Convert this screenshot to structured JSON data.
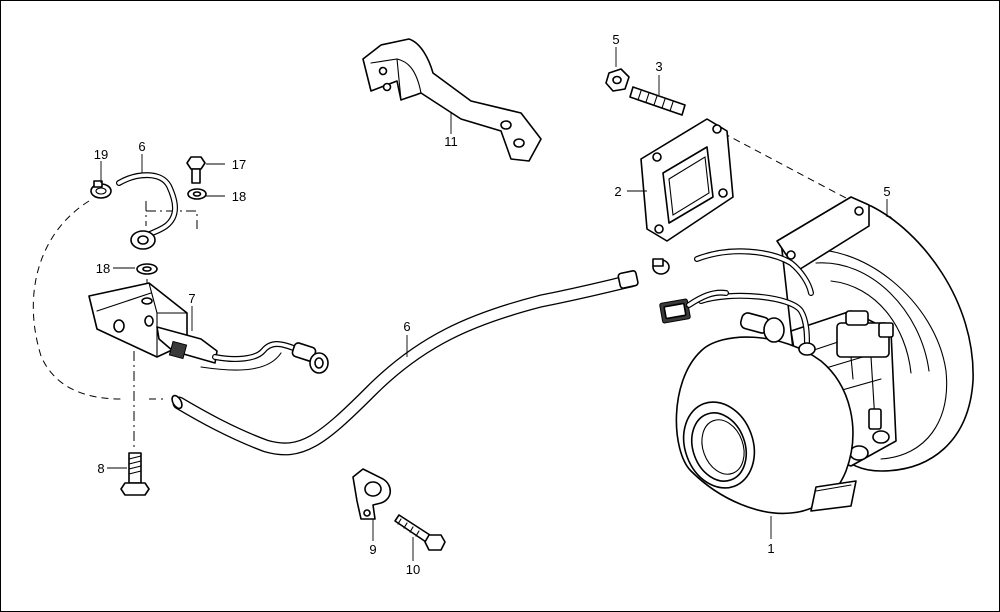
{
  "diagram": {
    "callouts": [
      {
        "id": "c1",
        "text": "1"
      },
      {
        "id": "c2",
        "text": "2"
      },
      {
        "id": "c3",
        "text": "3"
      },
      {
        "id": "c5a",
        "text": "5"
      },
      {
        "id": "c5b",
        "text": "5"
      },
      {
        "id": "c6a",
        "text": "6"
      },
      {
        "id": "c6b",
        "text": "6"
      },
      {
        "id": "c7",
        "text": "7"
      },
      {
        "id": "c8",
        "text": "8"
      },
      {
        "id": "c9",
        "text": "9"
      },
      {
        "id": "c10",
        "text": "10"
      },
      {
        "id": "c11",
        "text": "11"
      },
      {
        "id": "c17",
        "text": "17"
      },
      {
        "id": "c18a",
        "text": "18"
      },
      {
        "id": "c18b",
        "text": "18"
      },
      {
        "id": "c19",
        "text": "19"
      }
    ]
  }
}
